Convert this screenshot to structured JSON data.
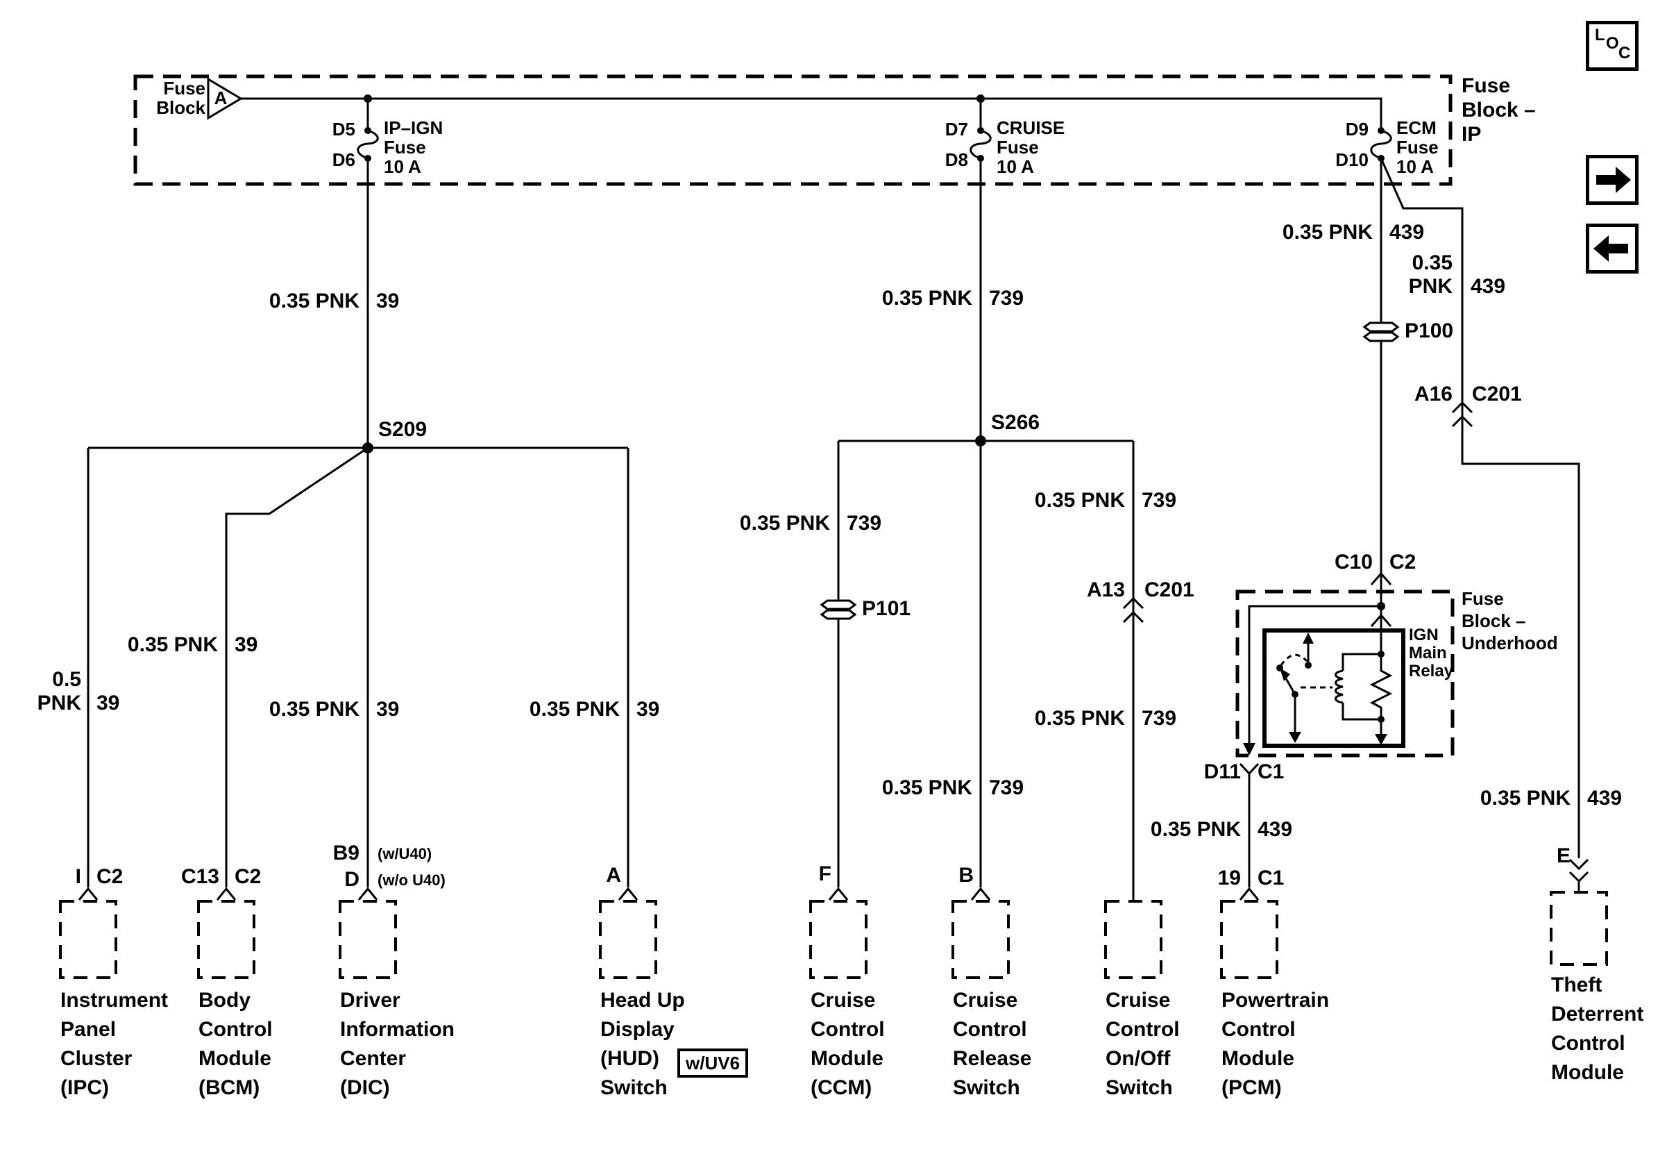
{
  "page": {
    "background": "#ffffff",
    "ink": "#000000"
  },
  "nav": {
    "loc": [
      "L",
      "O",
      "C"
    ],
    "forward": "forward-arrow",
    "back": "back-arrow"
  },
  "fuse_block_ip": {
    "tag": [
      "Fuse",
      "Block"
    ],
    "tag_id": "A",
    "title": [
      "Fuse",
      "Block –",
      "IP"
    ],
    "fuses": [
      {
        "top": "D5",
        "bottom": "D6",
        "name": [
          "IP–IGN",
          "Fuse",
          "10 A"
        ]
      },
      {
        "top": "D7",
        "bottom": "D8",
        "name": [
          "CRUISE",
          "Fuse",
          "10 A"
        ]
      },
      {
        "top": "D9",
        "bottom": "D10",
        "name": [
          "ECM",
          "Fuse",
          "10 A"
        ]
      }
    ]
  },
  "underhood": {
    "title": [
      "Fuse",
      "Block –",
      "Underhood"
    ],
    "relay": [
      "IGN",
      "Main",
      "Relay"
    ],
    "top_conn": {
      "l": "C10",
      "r": "C2"
    },
    "bottom_conn": {
      "l": "D11",
      "r": "C1"
    }
  },
  "splices": {
    "s209": "S209",
    "s266": "S266"
  },
  "pass": {
    "p100": "P100",
    "p101": "P101"
  },
  "conn": {
    "a16": {
      "l": "A16",
      "r": "C201"
    },
    "a13": {
      "l": "A13",
      "r": "C201"
    }
  },
  "wires": [
    {
      "l": [
        "0.5",
        "PNK"
      ],
      "r": "39"
    },
    {
      "l": [
        "0.35 PNK"
      ],
      "r": "39"
    },
    {
      "l": [
        "0.35 PNK"
      ],
      "r": "39"
    },
    {
      "l": [
        "0.35 PNK"
      ],
      "r": "39"
    },
    {
      "l": [
        "0.35 PNK"
      ],
      "r": "39"
    },
    {
      "l": [
        "0.35 PNK"
      ],
      "r": "739"
    },
    {
      "l": [
        "0.35 PNK"
      ],
      "r": "739"
    },
    {
      "l": [
        "0.35 PNK"
      ],
      "r": "739"
    },
    {
      "l": [
        "0.35 PNK"
      ],
      "r": "739"
    },
    {
      "l": [
        "0.35 PNK"
      ],
      "r": "739"
    },
    {
      "l": [
        "0.35 PNK"
      ],
      "r": "439"
    },
    {
      "l": [
        "0.35",
        "PNK"
      ],
      "r": "439"
    },
    {
      "l": [
        "0.35 PNK"
      ],
      "r": "439"
    },
    {
      "l": [
        "0.35 PNK"
      ],
      "r": "439"
    }
  ],
  "modules": [
    {
      "pins": [
        {
          "l": "I",
          "r": "C2"
        }
      ],
      "name": [
        "Instrument",
        "Panel",
        "Cluster",
        "(IPC)"
      ]
    },
    {
      "pins": [
        {
          "l": "C13",
          "r": "C2"
        }
      ],
      "name": [
        "Body",
        "Control",
        "Module",
        "(BCM)"
      ]
    },
    {
      "pins": [
        {
          "l": "B9",
          "r": "(w/U40)"
        },
        {
          "l": "D",
          "r": "(w/o U40)"
        }
      ],
      "name": [
        "Driver",
        "Information",
        "Center",
        "(DIC)"
      ]
    },
    {
      "pins": [
        {
          "l": "A",
          "r": ""
        }
      ],
      "name": [
        "Head Up",
        "Display",
        "(HUD)",
        "Switch"
      ],
      "tag": "w/UV6"
    },
    {
      "pins": [
        {
          "l": "F",
          "r": ""
        }
      ],
      "name": [
        "Cruise",
        "Control",
        "Module",
        "(CCM)"
      ]
    },
    {
      "pins": [
        {
          "l": "B",
          "r": ""
        }
      ],
      "name": [
        "Cruise",
        "Control",
        "Release",
        "Switch"
      ]
    },
    {
      "pins": [],
      "name": [
        "Cruise",
        "Control",
        "On/Off",
        "Switch"
      ]
    },
    {
      "pins": [
        {
          "l": "19",
          "r": "C1"
        }
      ],
      "name": [
        "Powertrain",
        "Control",
        "Module",
        "(PCM)"
      ]
    },
    {
      "pins": [
        {
          "l": "E",
          "r": ""
        }
      ],
      "name": [
        "Theft",
        "Deterrent",
        "Control",
        "Module"
      ]
    }
  ]
}
